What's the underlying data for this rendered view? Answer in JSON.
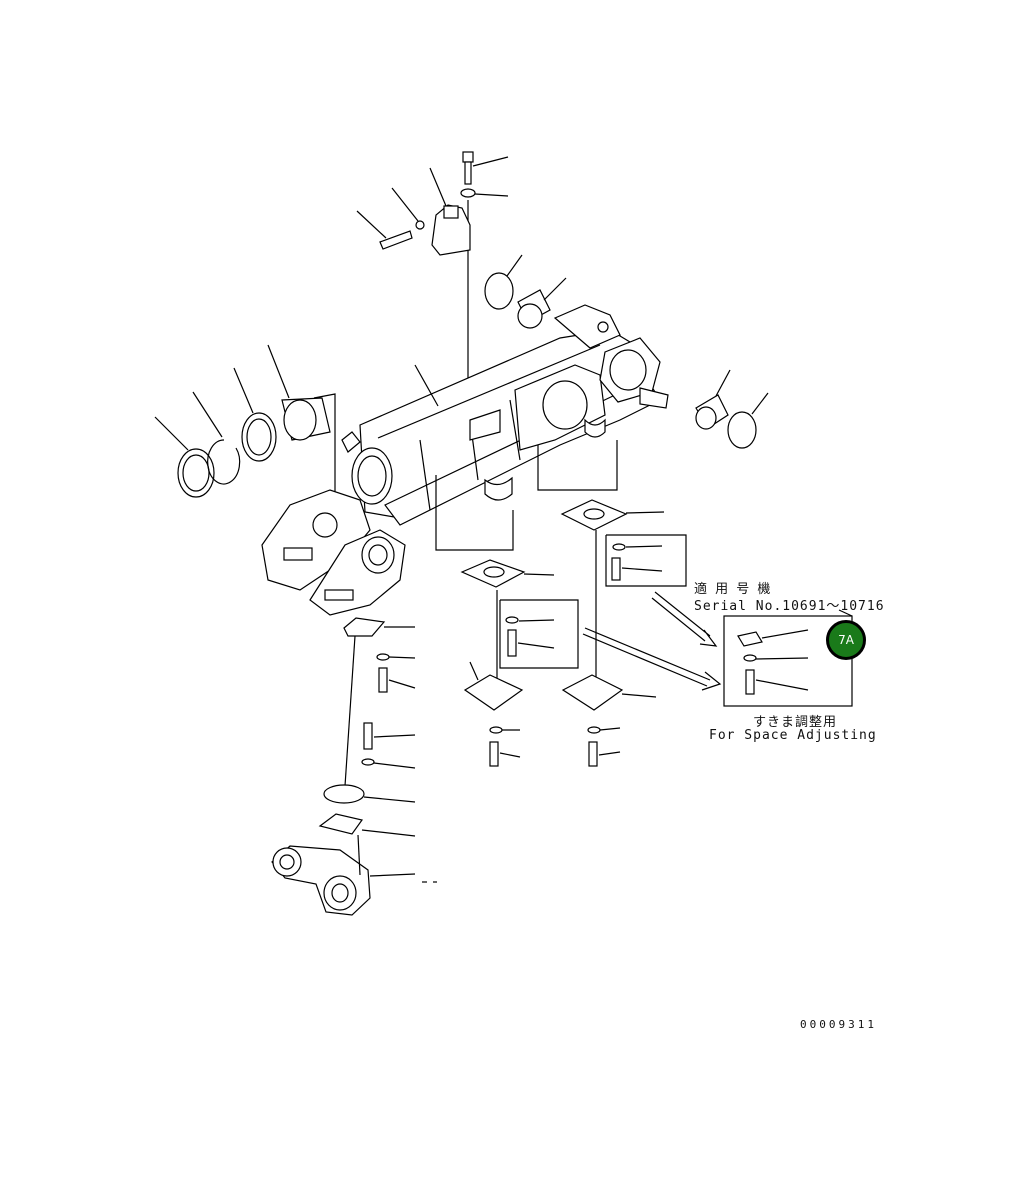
{
  "diagram": {
    "applicable_serial_jp": "適 用 号 機",
    "applicable_serial_en": "Serial No.10691～10716",
    "adjust_label_jp": "すきま調整用",
    "adjust_label_en": "For Space Adjusting",
    "drawing_number": "00009311",
    "callout_badge": "7A",
    "colors": {
      "badge_fill": "#1a7a1a",
      "line": "#000000",
      "background": "#ffffff"
    }
  }
}
